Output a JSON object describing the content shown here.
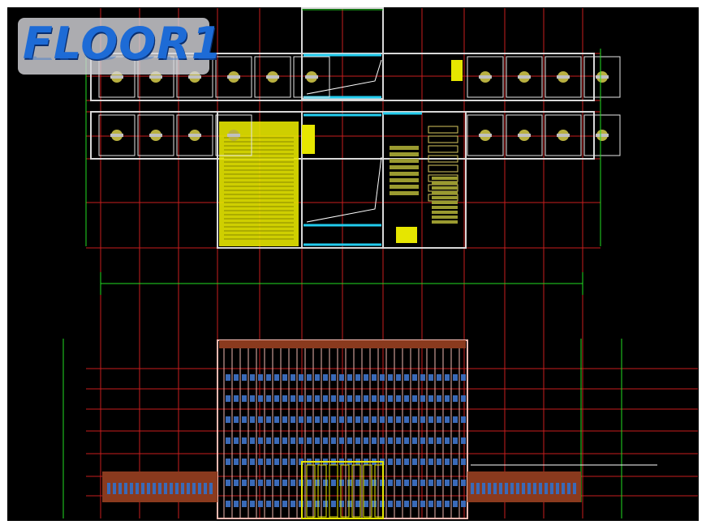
{
  "overlay": {
    "label": "FLOOR1"
  },
  "colors": {
    "background": "#000000",
    "grid_red": "#c81e1e",
    "wall_white": "#e6e6e6",
    "dim_green": "#22dd22",
    "cyan": "#22ccee",
    "hall_yellow": "#e6e600",
    "brown": "#8a3a1e",
    "facade_pink": "#f0b8b0",
    "window_blue": "#3a6ab8",
    "label_blue": "#1d6bd6"
  },
  "drawing": {
    "views": [
      "floor-plan",
      "front-elevation"
    ]
  }
}
